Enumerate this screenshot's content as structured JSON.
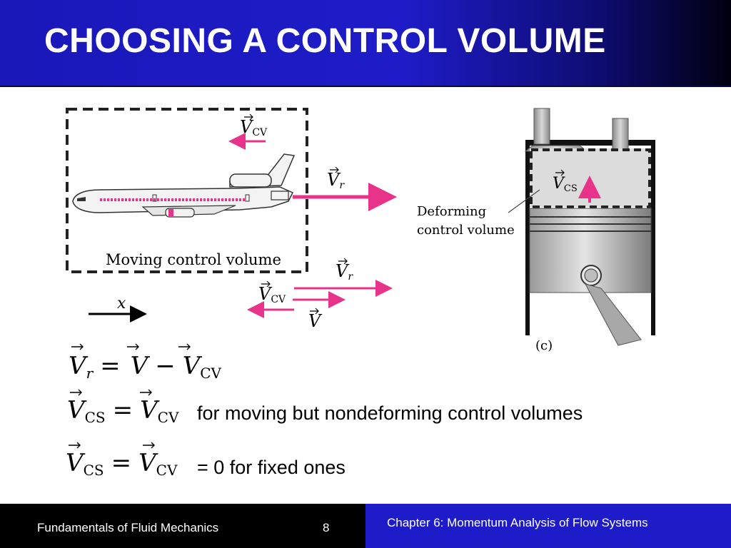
{
  "slide": {
    "title": "CHOOSING A CONTROL VOLUME",
    "colors": {
      "header": "#1e1cc8",
      "arrow": "#e8338a",
      "footer": "#000000",
      "footer_accent": "#1e1cc8"
    }
  },
  "figure": {
    "moving_label": "Moving control volume",
    "deforming_label_line1": "Deforming",
    "deforming_label_line2": "control volume",
    "panel_label": "(c)",
    "x_axis_label": "x",
    "v_symbol": "V",
    "r_sub": "r",
    "cv_sub": "CV",
    "cs_sub": "CS"
  },
  "equations": {
    "eq1": {
      "lhs": "V",
      "lhs_sub": "r",
      "op1": "=",
      "t1": "V",
      "op2": "−",
      "t2": "V",
      "t2_sub": "CV"
    },
    "eq2": {
      "lhs": "V",
      "lhs_sub": "CS",
      "op": "=",
      "rhs": "V",
      "rhs_sub": "CV",
      "text": "for moving but nondeforming control volumes"
    },
    "eq3": {
      "lhs": "V",
      "lhs_sub": "CS",
      "op": "=",
      "rhs": "V",
      "rhs_sub": "CV",
      "text": "= 0 for fixed ones"
    }
  },
  "footer": {
    "left": "Fundamentals of Fluid Mechanics",
    "page": "8",
    "right": "Chapter 6:  Momentum Analysis of Flow Systems"
  }
}
